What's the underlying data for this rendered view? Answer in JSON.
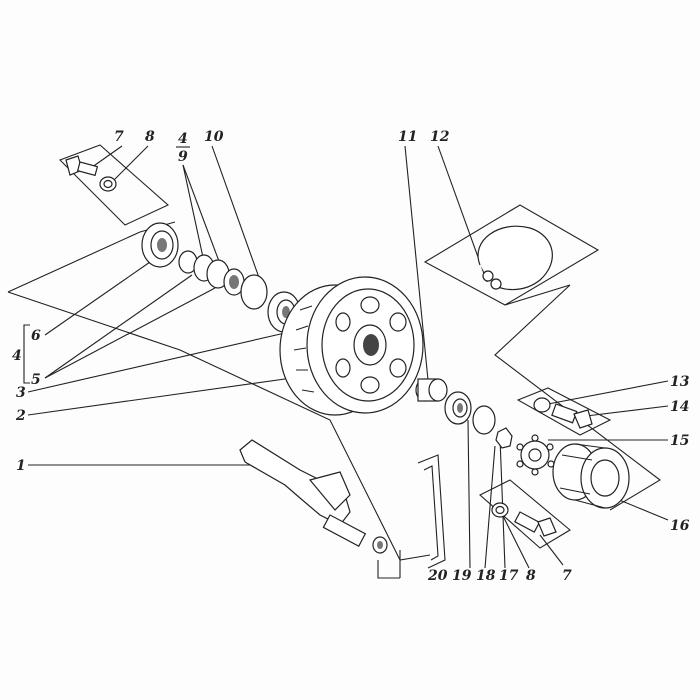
{
  "labels": {
    "n1": "1",
    "n2": "2",
    "n3": "3",
    "n4a": "4",
    "n5": "5",
    "n6": "6",
    "n7a": "7",
    "n8a": "8",
    "n4b": "4",
    "n9": "9",
    "n10": "10",
    "n11": "11",
    "n12": "12",
    "n13": "13",
    "n14": "14",
    "n15": "15",
    "n16": "16",
    "n7b": "7",
    "n8b": "8",
    "n17": "17",
    "n18": "18",
    "n19": "19",
    "n20": "20"
  }
}
